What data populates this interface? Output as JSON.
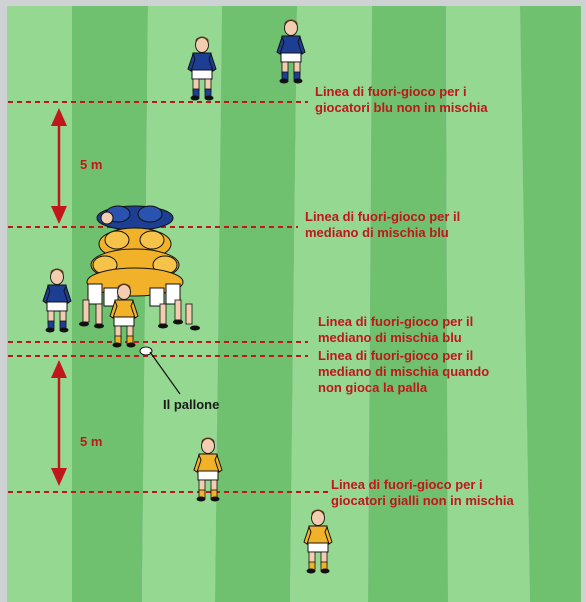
{
  "colors": {
    "border": "#cfd2d4",
    "grass_light": "#95d891",
    "grass_dark": "#6fc170",
    "line_red": "#c0161c",
    "blue_team": "#1d3f93",
    "yellow_team": "#f1b22a",
    "skin": "#f3cdb0",
    "hair": "#6b3b1a"
  },
  "labels": {
    "blue_offside": [
      "Linea di fuori-gioco per i",
      "giocatori blu non in mischia"
    ],
    "blue_halfback": [
      "Linea di fuori-gioco per il",
      "mediano di mischia blu"
    ],
    "blue_halfback_2": [
      "Linea di fuori-gioco per il",
      "mediano di mischia blu"
    ],
    "yellow_halfback": [
      "Linea di fuori-gioco per il",
      "mediano di mischia quando",
      "non gioca la palla"
    ],
    "yellow_offside": [
      "Linea di fuori-gioco per i",
      "giocatori gialli non in mischia"
    ]
  },
  "measure_top": "5 m",
  "measure_bottom": "5 m",
  "ball_label": "Il pallone",
  "icons": {
    "blue_player": "blue-player-icon",
    "yellow_player": "yellow-player-icon",
    "scrum": "scrum-icon",
    "ball": "ball-icon"
  }
}
